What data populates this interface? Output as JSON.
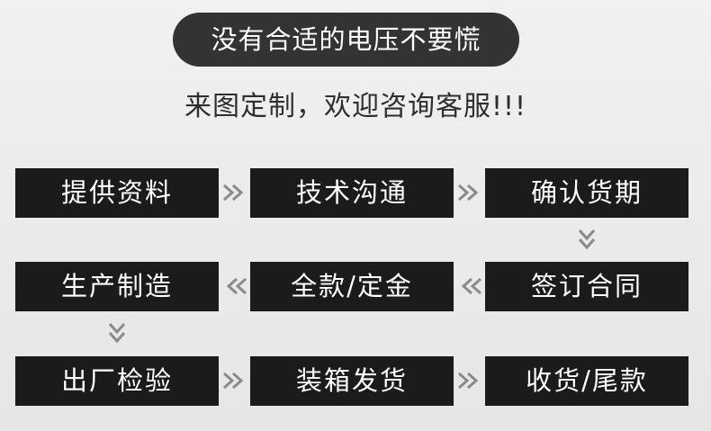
{
  "header": {
    "headline": "没有合适的电压不要慌",
    "subtitle": "来图定制，欢迎咨询客服!!!"
  },
  "flow": {
    "steps": [
      "提供资料",
      "技术沟通",
      "确认货期",
      "签订合同",
      "全款/定金",
      "生产制造",
      "出厂检验",
      "装箱发货",
      "收货/尾款"
    ],
    "arrow_icon": "double-chevron-icon",
    "colors": {
      "box_background": "#1b1b1b",
      "box_text": "#ffffff",
      "pill_background": "#333333",
      "arrow": "#8a8a8a",
      "page_background": "#ececec"
    }
  }
}
